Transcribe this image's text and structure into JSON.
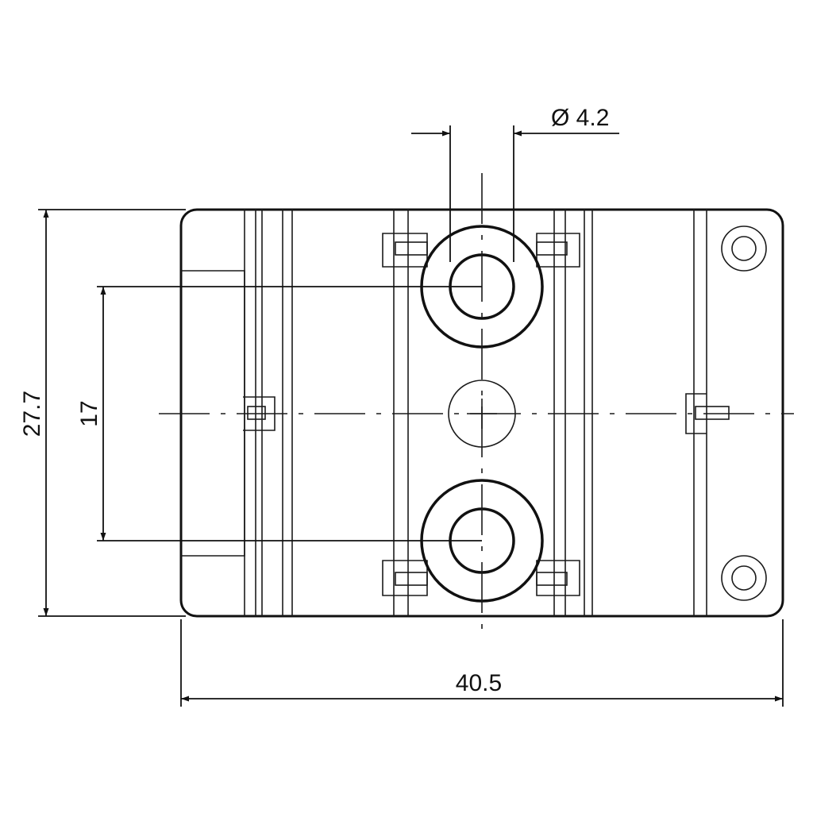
{
  "drawing": {
    "dimensions": {
      "hole_diameter": "Ø 4.2",
      "pitch": "17",
      "height": "27.7",
      "width": "40.5"
    }
  }
}
